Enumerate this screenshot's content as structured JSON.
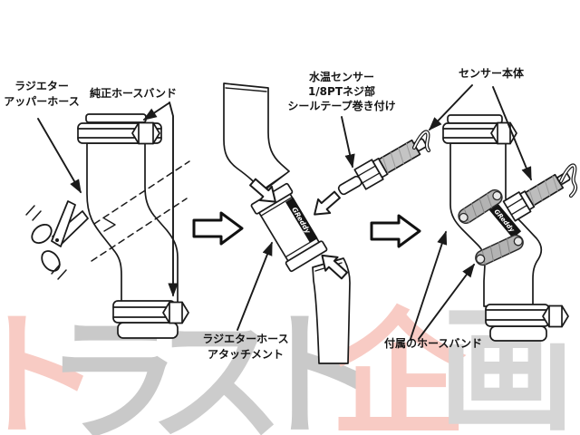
{
  "colors": {
    "line": "#1a1a1a",
    "watermark_pink": "#f8cbc4",
    "watermark_gray": "#c9c9c9",
    "watermark_light_gray": "#d6d6d6",
    "band_gray": "#b3b3b3"
  },
  "diagram": {
    "labels": {
      "radiator_upper_hose": "ラジエター\nアッパーホース",
      "stock_hose_band": "純正ホースバンド",
      "water_temp_sensor": "水温センサー\n1/8PTネジ部\nシールテープ巻き付け",
      "sensor_body": "センサー本体",
      "radiator_hose_attachment": "ラジエターホース\nアタッチメント",
      "included_hose_band": "付属のホースバンド"
    },
    "brand": "GReddy",
    "watermark": {
      "text": "トラスト企画",
      "chars": [
        {
          "char": "ト",
          "color": "#f8cbc4"
        },
        {
          "char": "ラ",
          "color": "#c9c9c9"
        },
        {
          "char": "ス",
          "color": "#cccccc"
        },
        {
          "char": "ト",
          "color": "#c9c9c9"
        },
        {
          "char": "企",
          "color": "#f8cbc4"
        },
        {
          "char": "画",
          "color": "#d6d6d6"
        }
      ]
    }
  }
}
